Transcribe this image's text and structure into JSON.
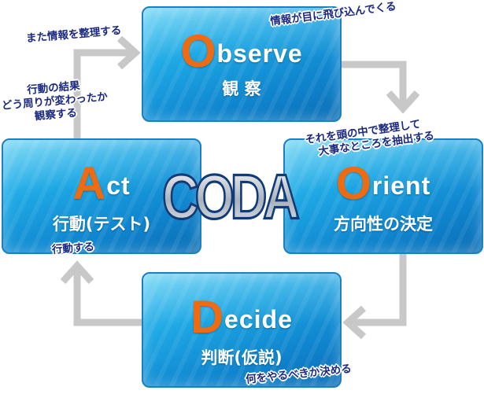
{
  "logo": "CODA",
  "colors": {
    "accent_letter": "#f06a10",
    "box": "#1ea8e4",
    "arrow": "#c8c8c8",
    "note_text": "#1b2a80"
  },
  "boxes": {
    "observe": {
      "cap": "O",
      "rest": "bserve",
      "sub": "観 察"
    },
    "orient": {
      "cap": "O",
      "rest": "rient",
      "sub": "方向性の決定"
    },
    "decide": {
      "cap": "D",
      "rest": "ecide",
      "sub": "判断(仮説)"
    },
    "act": {
      "cap": "A",
      "rest": "ct",
      "sub": "行動(テスト)"
    }
  },
  "notes": {
    "reorganize": "また情報を整理する",
    "info_in": "情報が目に飛び込んでくる",
    "result_line1": "行動の結果",
    "result_line2": "どう周りが変わったか",
    "result_line3": "観察する",
    "extract_line1": "それを頭の中で整理して",
    "extract_line2": "大事なところを抽出する",
    "act_note": "行動する",
    "decide_note": "何をやるべきか決める"
  }
}
